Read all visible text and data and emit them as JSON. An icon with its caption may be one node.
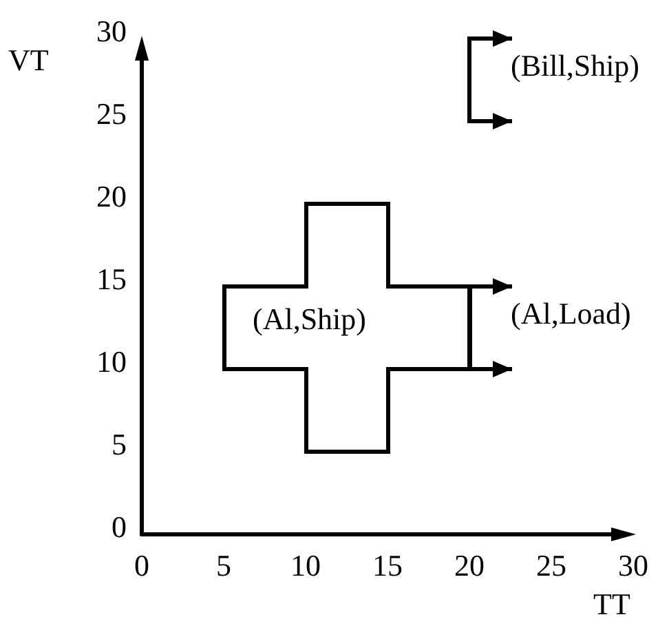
{
  "diagram": {
    "nodes": [
      {
        "text": [
          "(Al,Ship)"
        ]
      },
      {
        "text": [
          "(Al,Load)"
        ]
      },
      {
        "text": [
          "(Bill,Ship)"
        ]
      }
    ],
    "labels": [
      "VT",
      "30",
      "25",
      "20",
      "15",
      "10",
      "5",
      "0",
      "0",
      "5",
      "10",
      "15",
      "20",
      "25",
      "30",
      "TT"
    ]
  }
}
